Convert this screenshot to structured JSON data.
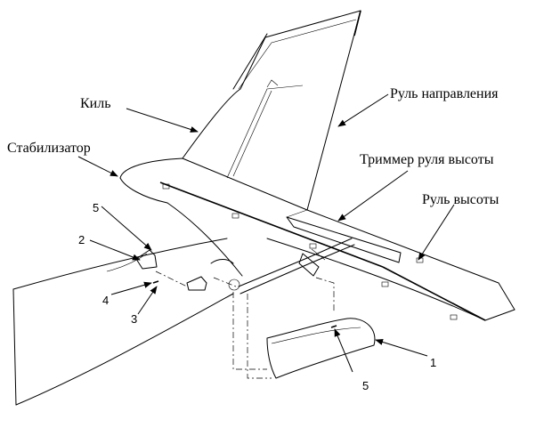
{
  "labels": {
    "fin": "Киль",
    "rudder": "Руль направления",
    "stabilizer": "Стабилизатор",
    "elevator_trim": "Триммер руля высоты",
    "elevator": "Руль высоты"
  },
  "numbers": {
    "n1": "1",
    "n2": "2",
    "n3": "3",
    "n4": "4",
    "n5_top": "5",
    "n5_bottom": "5"
  }
}
